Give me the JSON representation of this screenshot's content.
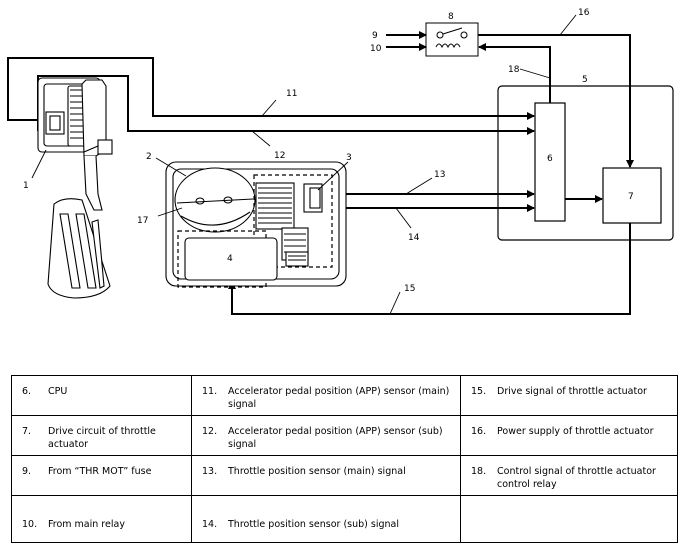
{
  "diagram": {
    "callouts": [
      "1",
      "2",
      "3",
      "4",
      "5",
      "6",
      "7",
      "8",
      "9",
      "10",
      "11",
      "12",
      "13",
      "14",
      "15",
      "16",
      "17",
      "18"
    ]
  },
  "legend": {
    "rows": [
      [
        {
          "num": "6.",
          "text": "CPU"
        },
        {
          "num": "11.",
          "text": "Accelerator pedal position (APP) sensor (main) signal"
        },
        {
          "num": "15.",
          "text": "Drive signal of throttle actuator"
        }
      ],
      [
        {
          "num": "7.",
          "text": "Drive circuit of throttle actuator"
        },
        {
          "num": "12.",
          "text": "Accelerator pedal position (APP) sensor (sub) signal"
        },
        {
          "num": "16.",
          "text": "Power supply of throttle actuator"
        }
      ],
      [
        {
          "num": "9.",
          "text": "From “THR MOT” fuse"
        },
        {
          "num": "13.",
          "text": "Throttle position sensor (main) signal"
        },
        {
          "num": "18.",
          "text": "Control signal of throttle actuator control relay"
        }
      ],
      [
        {
          "num": "10.",
          "text": "From main relay"
        },
        {
          "num": "14.",
          "text": "Throttle position sensor (sub) signal"
        },
        {
          "num": "",
          "text": ""
        }
      ]
    ]
  }
}
